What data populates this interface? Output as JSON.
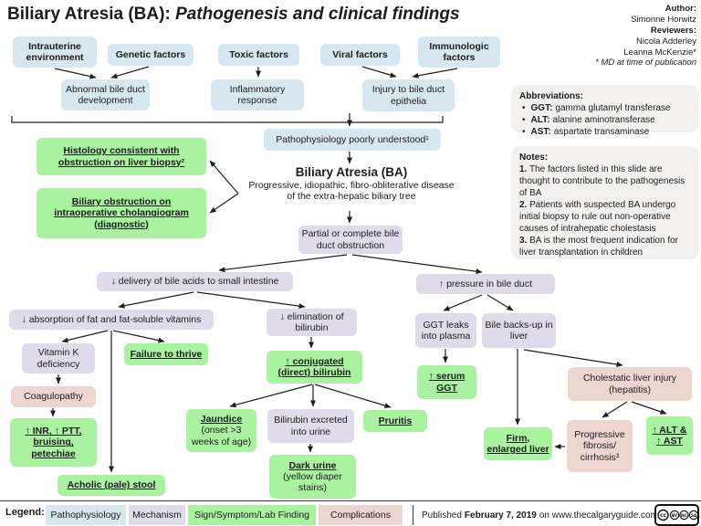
{
  "title": {
    "prefix": "Biliary Atresia (BA): ",
    "emphasis": "Pathogenesis and clinical findings"
  },
  "credits": {
    "author_label": "Author:",
    "author": "Simonne Horwitz",
    "reviewers_label": "Reviewers:",
    "reviewer1": "Nicola Adderley",
    "reviewer2": "Leanna McKenzie*",
    "footnote": "* MD at time of publication"
  },
  "abbreviations": {
    "heading": "Abbreviations:",
    "items": [
      {
        "abbr": "GGT:",
        "def": "gamma glutamyl transferase"
      },
      {
        "abbr": "ALT:",
        "def": "alanine aminotransferase"
      },
      {
        "abbr": "AST:",
        "def": "aspartate transaminase"
      }
    ]
  },
  "notes": {
    "heading": "Notes:",
    "items": [
      {
        "num": "1.",
        "text": "The factors listed in this slide are thought to contribute to the pathogenesis of BA"
      },
      {
        "num": "2.",
        "text": "Patients with suspected BA undergo initial biopsy to rule out non-operative causes of intrahepatic cholestasis"
      },
      {
        "num": "3.",
        "text": "BA is the most frequent indication for liver transplantation in children"
      }
    ]
  },
  "nodes": {
    "intrauterine": "Intrauterine environment",
    "genetic": "Genetic factors",
    "toxic": "Toxic factors",
    "viral": "Viral factors",
    "immunologic": "Immunologic factors",
    "abnormal_duct": "Abnormal bile duct development",
    "inflammatory": "Inflammatory response",
    "injury_epithelia": "Injury to bile duct epithelia",
    "patho_poor": "Pathophysiology poorly understood¹",
    "ba_title": "Biliary Atresia (BA)",
    "ba_desc1": "Progressive, idiopathic, fibro-obliterative disease",
    "ba_desc2": "of the extra-hepatic biliary tree",
    "histology": "Histology consistent with obstruction on liver biopsy²",
    "cholangiogram": "Biliary obstruction on intraoperative cholangiogram (diagnostic)",
    "partial_obstruction": "Partial or complete bile duct obstruction",
    "delivery": "↓ delivery of bile acids to small intestine",
    "pressure": "↑ pressure in bile duct",
    "absorption": "↓ absorption of fat and fat-soluble vitamins",
    "elimination": "↓ elimination of bilirubin",
    "vitamin_k": "Vitamin K deficiency",
    "failure_to_thrive": "Failure to thrive",
    "conjugated_bilirubin": "↑ conjugated (direct) bilirubin",
    "coagulopathy": "Coagulopathy",
    "inr_ptt": "↑ INR, ↑ PTT, bruising, petechiae",
    "acholic_stool": "Acholic (pale) stool",
    "jaundice_label": "Jaundice",
    "jaundice_sub": "(onset >3 weeks of age)",
    "bilirubin_urine": "Bilirubin excreted into urine",
    "pruritis": "Pruritis",
    "dark_urine_label": "Dark urine",
    "dark_urine_sub": "(yellow diaper stains)",
    "ggt_leaks": "GGT leaks into plasma",
    "bile_backs_up": "Bile backs-up in liver",
    "serum_ggt": "↑ serum GGT",
    "cholestatic": "Cholestatic liver injury (hepatitis)",
    "firm_liver": "Firm, enlarged liver",
    "fibrosis": "Progressive fibrosis/ cirrhosis³",
    "alt_ast": "↑ ALT & ↑ AST"
  },
  "legend": {
    "label": "Legend:",
    "items": [
      {
        "label": "Pathophysiology",
        "color": "#d7e7f0"
      },
      {
        "label": "Mechanism",
        "color": "#dfdbea"
      },
      {
        "label": "Sign/Symptom/Lab Finding",
        "color": "#a9f2a0"
      },
      {
        "label": "Complications",
        "color": "#eed6d0"
      }
    ],
    "published_prefix": "Published",
    "published_date": "February 7, 2019",
    "published_suffix": "on www.thecalgaryguide.com"
  },
  "license": {
    "name": "CC BY-NC-SA",
    "icons": [
      "cc-icon",
      "attribution-icon",
      "non-commercial-icon",
      "share-alike-icon"
    ]
  },
  "colors": {
    "pathophysiology": "#d7e7f0",
    "mechanism": "#dfdbea",
    "sign_symptom_lab": "#a9f2a0",
    "complication": "#eed6d0",
    "panel": "#f2f1f0",
    "line": "#1f1f1f"
  }
}
